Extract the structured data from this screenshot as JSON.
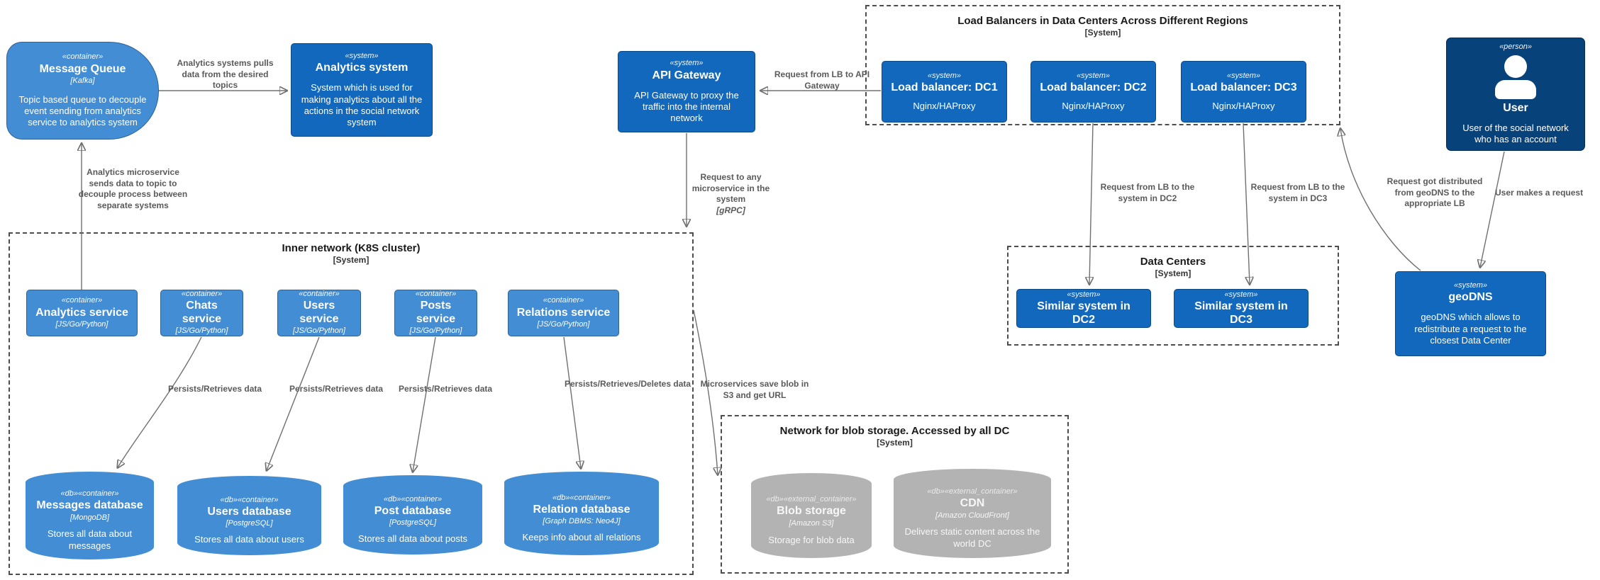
{
  "colors": {
    "person": "#08427b",
    "system": "#1168bd",
    "container": "#438dd5",
    "external_container": "#b3b3b3",
    "edge": "#707070",
    "boundary_border": "#4d4d4d"
  },
  "boundaries": {
    "load_balancers": {
      "title": "Load Balancers in Data Centers Across Different Regions",
      "subtitle": "[System]"
    },
    "inner_network": {
      "title": "Inner network (K8S cluster)",
      "subtitle": "[System]"
    },
    "data_centers": {
      "title": "Data Centers",
      "subtitle": "[System]"
    },
    "blob_network": {
      "title": "Network for blob storage. Accessed by all DC",
      "subtitle": "[System]"
    }
  },
  "nodes": {
    "message_queue": {
      "stereotype": "«container»",
      "name": "Message Queue",
      "tech": "[Kafka]",
      "description": "Topic based queue to decouple event sending from analytics service to analytics system"
    },
    "analytics_system": {
      "stereotype": "«system»",
      "name": "Analytics system",
      "description": "System which is used for making analytics about all the actions in the social network system"
    },
    "api_gateway": {
      "stereotype": "«system»",
      "name": "API Gateway",
      "description": "API Gateway to proxy the traffic into the internal network"
    },
    "lb_dc1": {
      "stereotype": "«system»",
      "name": "Load balancer: DC1",
      "description": "Nginx/HAProxy"
    },
    "lb_dc2": {
      "stereotype": "«system»",
      "name": "Load balancer: DC2",
      "description": "Nginx/HAProxy"
    },
    "lb_dc3": {
      "stereotype": "«system»",
      "name": "Load balancer: DC3",
      "description": "Nginx/HAProxy"
    },
    "user": {
      "stereotype": "«person»",
      "name": "User",
      "description": "User of the social network who has an account",
      "icon": "person-icon"
    },
    "analytics_service": {
      "stereotype": "«container»",
      "name": "Analytics service",
      "tech": "[JS/Go/Python]"
    },
    "chats_service": {
      "stereotype": "«container»",
      "name": "Chats service",
      "tech": "[JS/Go/Python]"
    },
    "users_service": {
      "stereotype": "«container»",
      "name": "Users service",
      "tech": "[JS/Go/Python]"
    },
    "posts_service": {
      "stereotype": "«container»",
      "name": "Posts service",
      "tech": "[JS/Go/Python]"
    },
    "relations_service": {
      "stereotype": "«container»",
      "name": "Relations service",
      "tech": "[JS/Go/Python]"
    },
    "messages_db": {
      "stereotype": "«db»«container»",
      "name": "Messages database",
      "tech": "[MongoDB]",
      "description": "Stores all data about messages"
    },
    "users_db": {
      "stereotype": "«db»«container»",
      "name": "Users database",
      "tech": "[PostgreSQL]",
      "description": "Stores all data about users"
    },
    "post_db": {
      "stereotype": "«db»«container»",
      "name": "Post database",
      "tech": "[PostgreSQL]",
      "description": "Stores all data about posts"
    },
    "relation_db": {
      "stereotype": "«db»«container»",
      "name": "Relation database",
      "tech": "[Graph DBMS: Neo4J]",
      "description": "Keeps info about all relations"
    },
    "similar_dc2": {
      "stereotype": "«system»",
      "name": "Similar system in DC2"
    },
    "similar_dc3": {
      "stereotype": "«system»",
      "name": "Similar system in DC3"
    },
    "geodns": {
      "stereotype": "«system»",
      "name": "geoDNS",
      "description": "geoDNS which allows to redistribute a request to the closest Data Center"
    },
    "blob_storage": {
      "stereotype": "«db»«external_container»",
      "name": "Blob storage",
      "tech": "[Amazon S3]",
      "description": "Storage for blob data"
    },
    "cdn": {
      "stereotype": "«db»«external_container»",
      "name": "CDN",
      "tech": "[Amazon CloudFront]",
      "description": "Delivers static content across the world DC"
    }
  },
  "edges": {
    "mq_to_analytics_system": {
      "label": "Analytics systems pulls data from the desired topics"
    },
    "analytics_service_to_mq": {
      "label": "Analytics microservice sends data to topic to decouple process between separate systems"
    },
    "lb_to_api_gateway": {
      "label": "Request from LB to API Gateway"
    },
    "api_gateway_to_inner": {
      "label": "Request to any microservice in the system",
      "tech": "[gRPC]"
    },
    "lb_to_dc2": {
      "label": "Request from LB to the system in DC2"
    },
    "lb_to_dc3": {
      "label": "Request from LB to the system in DC3"
    },
    "geodns_to_lb": {
      "label": "Request got distributed from geoDNS to the appropriate LB"
    },
    "user_to_geodns": {
      "label": "User makes a request"
    },
    "chats_to_messages_db": {
      "label": "Persists/Retrieves data"
    },
    "users_to_users_db": {
      "label": "Persists/Retrieves data"
    },
    "posts_to_post_db": {
      "label": "Persists/Retrieves data"
    },
    "relations_to_relation_db": {
      "label": "Persists/Retrieves/Deletes data"
    },
    "inner_to_blob": {
      "label": "Microservices save blob in S3 and get URL"
    }
  }
}
